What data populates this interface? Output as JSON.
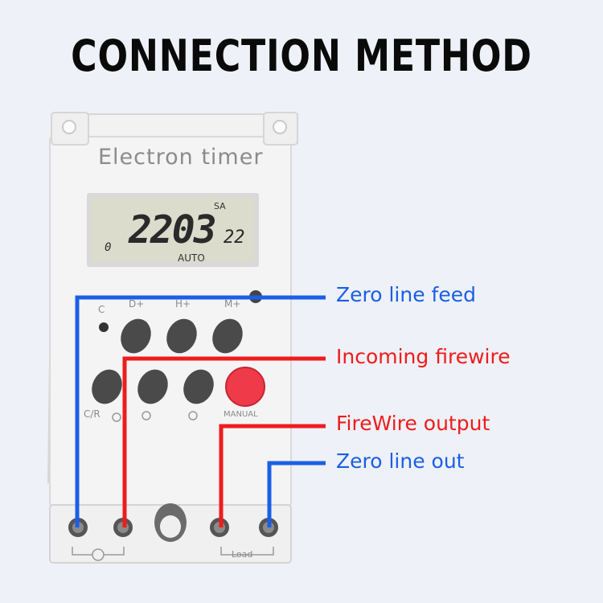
{
  "title": "CONNECTION METHOD",
  "device": {
    "brand_label": "Electron timer",
    "display": {
      "day_indicator": "SA",
      "time_main": "2203",
      "time_seconds": "22",
      "weekday_digit": "0",
      "mode": "AUTO"
    },
    "button_labels": {
      "c": "C",
      "d_plus": "D+",
      "h_plus": "H+",
      "m_plus": "M+",
      "cr": "C/R",
      "manual": "MANUAL"
    },
    "terminal_label_load": "Load"
  },
  "connections": [
    {
      "label": "Zero line feed",
      "color": "#1a5fe6"
    },
    {
      "label": "Incoming firewire",
      "color": "#ee1c1c"
    },
    {
      "label": "FireWire output",
      "color": "#ee1c1c"
    },
    {
      "label": "Zero line out",
      "color": "#1a5fe6"
    }
  ]
}
